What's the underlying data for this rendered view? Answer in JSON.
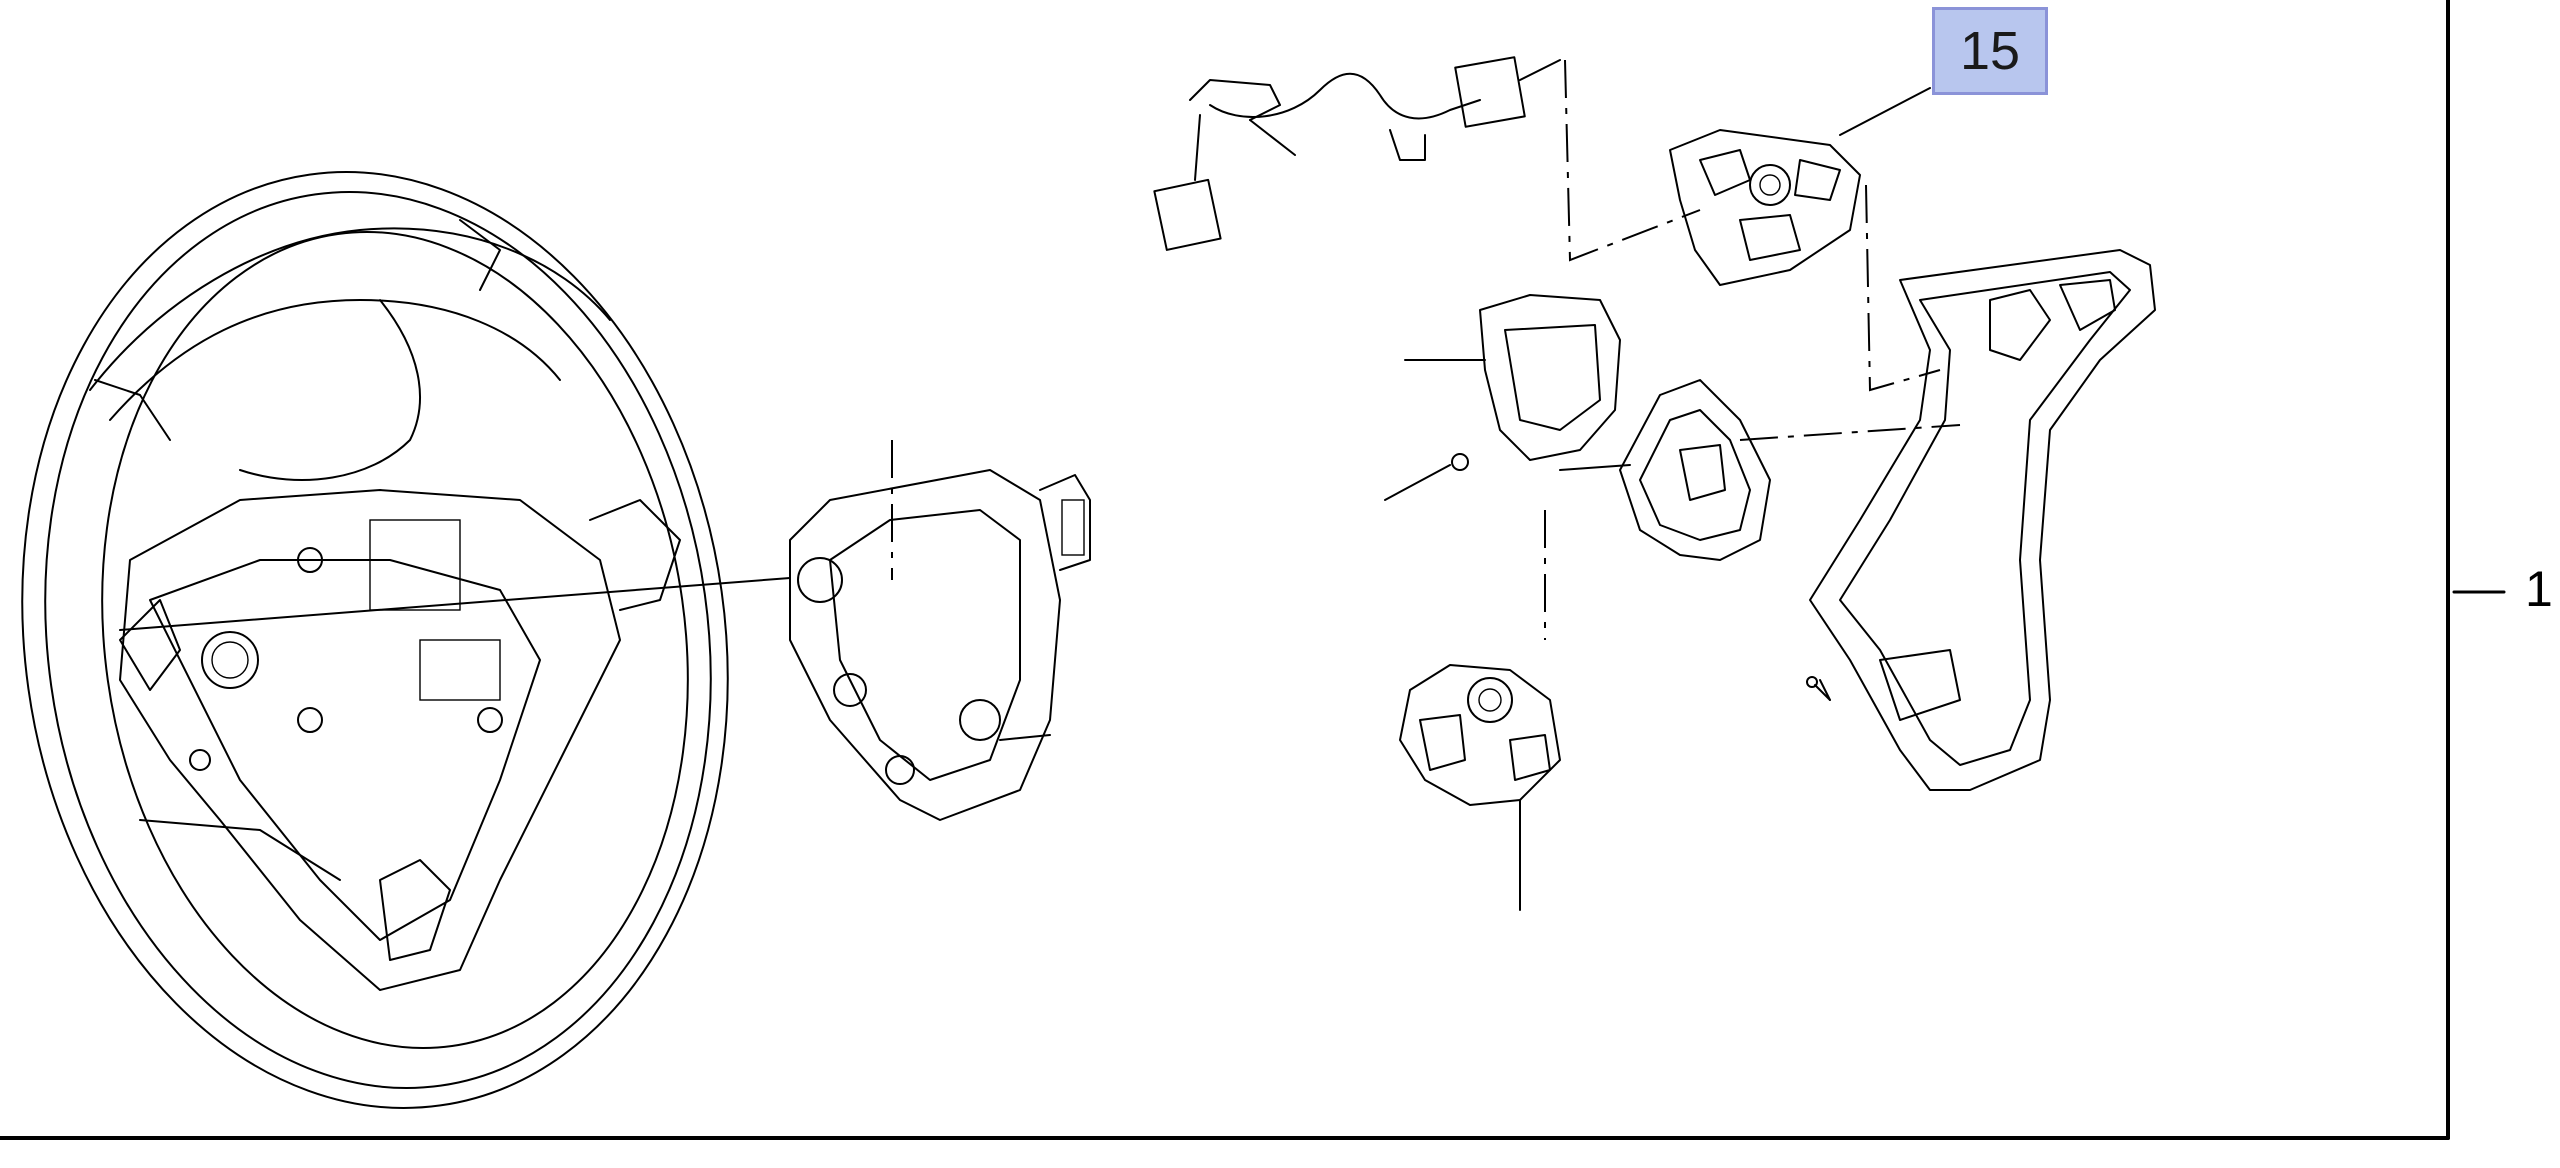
{
  "callouts": [
    {
      "label": "15",
      "highlighted": true,
      "color": "#b8c6ee",
      "border_color": "#8b93d8"
    }
  ],
  "reference_labels": [
    {
      "label": "1"
    }
  ],
  "parts": [
    {
      "name": "steering-wheel-assembly"
    },
    {
      "name": "switch-mounting-bracket"
    },
    {
      "name": "wiring-harness"
    },
    {
      "name": "upper-right-switch-module"
    },
    {
      "name": "center-switch-housing"
    },
    {
      "name": "trim-bezel-left"
    },
    {
      "name": "trim-bezel-right"
    },
    {
      "name": "lower-switch-module"
    },
    {
      "name": "fastener-screw"
    }
  ]
}
